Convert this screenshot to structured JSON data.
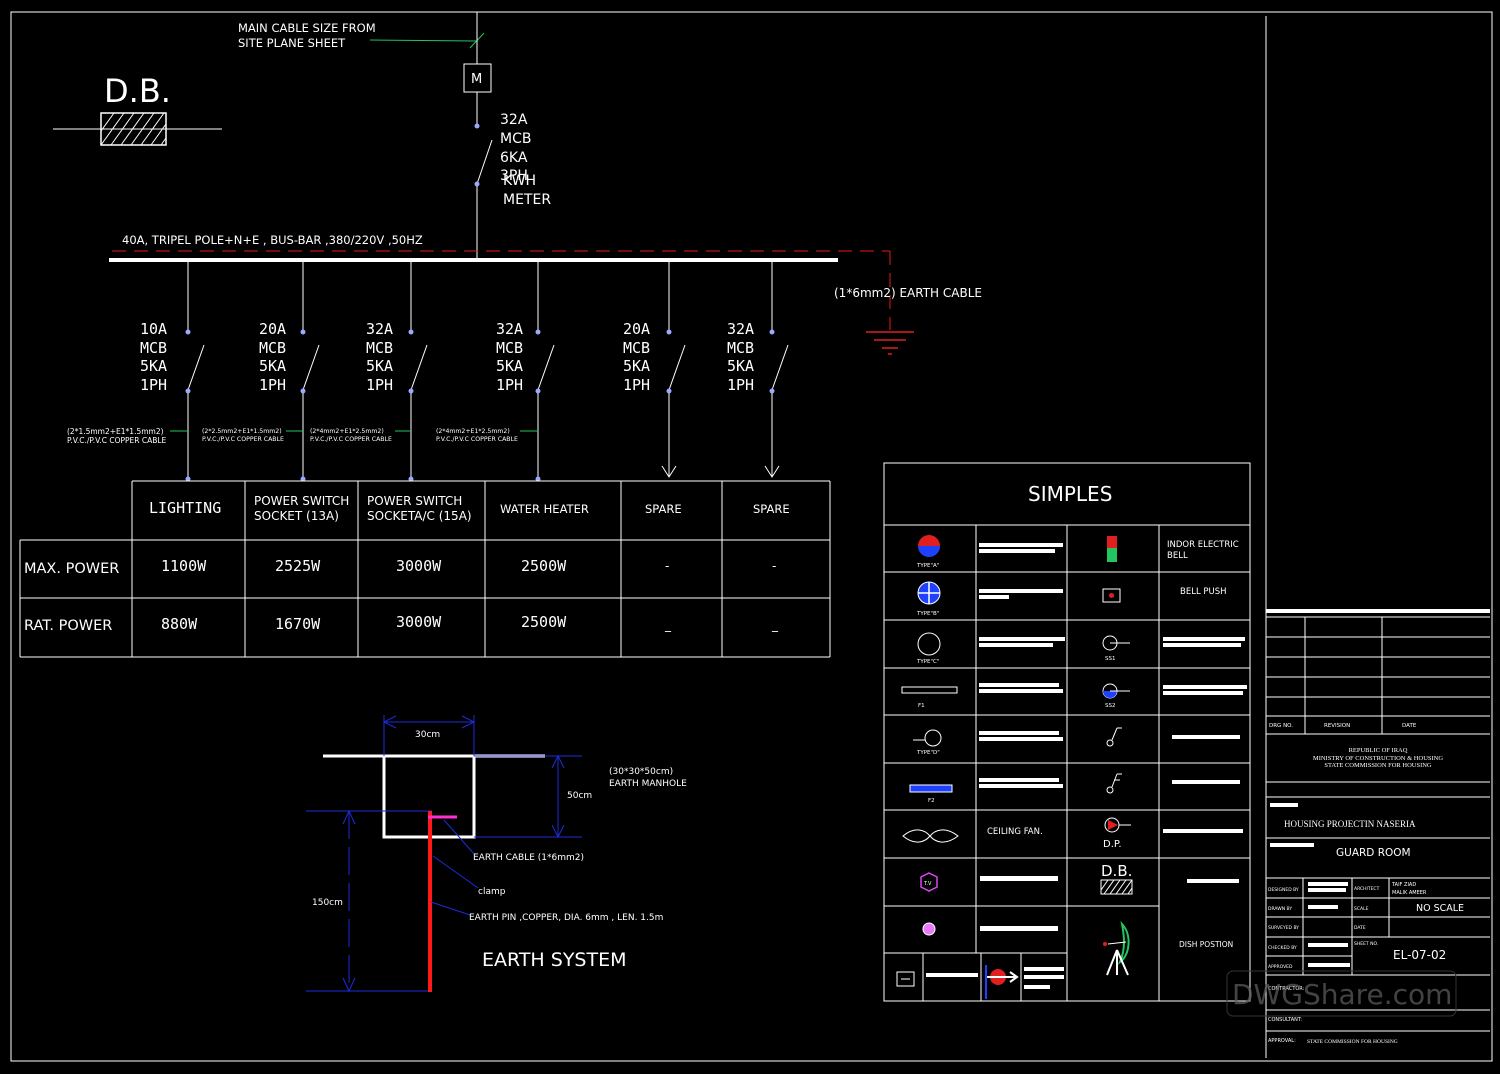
{
  "db": {
    "title": "D.B.",
    "main_cable_note": [
      "MAIN CABLE SIZE FROM",
      "SITE PLANE SHEET"
    ],
    "meter_box": "M",
    "main_breaker": [
      "32A",
      "MCB",
      "6KA",
      "3PH"
    ],
    "kwh_meter": [
      "KWH",
      "METER"
    ],
    "busbar": "40A, TRIPEL POLE+N+E , BUS-BAR ,380/220V ,50HZ",
    "earth_cable": "(1*6mm2) EARTH CABLE"
  },
  "circuits": [
    {
      "breaker": [
        "10A",
        "MCB",
        "5KA",
        "1PH"
      ],
      "cable": [
        "(2*1.5mm2+E1*1.5mm2)",
        "P.V.C./P.V.C COPPER CABLE"
      ]
    },
    {
      "breaker": [
        "20A",
        "MCB",
        "5KA",
        "1PH"
      ],
      "cable": [
        "(2*2.5mm2+E1*1.5mm2)",
        "P.V.C./P.V.C COPPER CABLE"
      ]
    },
    {
      "breaker": [
        "32A",
        "MCB",
        "5KA",
        "1PH"
      ],
      "cable": [
        "(2*4mm2+E1*2.5mm2)",
        "P.V.C./P.V.C COPPER CABLE"
      ]
    },
    {
      "breaker": [
        "32A",
        "MCB",
        "5KA",
        "1PH"
      ],
      "cable": [
        "(2*4mm2+E1*2.5mm2)",
        "P.V.C./P.V.C COPPER CABLE"
      ]
    },
    {
      "breaker": [
        "20A",
        "MCB",
        "5KA",
        "1PH"
      ],
      "cable": [
        "",
        ""
      ]
    },
    {
      "breaker": [
        "32A",
        "MCB",
        "5KA",
        "1PH"
      ],
      "cable": [
        "",
        ""
      ]
    }
  ],
  "load_table": {
    "headers": [
      [
        "LIGHTING"
      ],
      [
        "POWER SWITCH",
        "SOCKET (13A)"
      ],
      [
        "POWER SWITCH",
        "SOCKETA/C (15A)"
      ],
      [
        "WATER HEATER"
      ],
      [
        "SPARE"
      ],
      [
        "SPARE"
      ]
    ],
    "rows": [
      {
        "label": "MAX. POWER",
        "values": [
          "1100W",
          "2525W",
          "3000W",
          "2500W",
          "-",
          "-"
        ]
      },
      {
        "label": "RAT. POWER",
        "values": [
          "880W",
          "1670W",
          "3000W",
          "2500W",
          "_",
          "_"
        ]
      }
    ]
  },
  "earth_system": {
    "title": "EARTH SYSTEM",
    "width": "30cm",
    "depth": "50cm",
    "pin_length": "150cm",
    "manhole": [
      "(30*30*50cm)",
      "EARTH MANHOLE"
    ],
    "cable": "EARTH CABLE (1*6mm2)",
    "clamp": "clamp",
    "pin": "EARTH PIN ,COPPER, DIA. 6mm , LEN. 1.5m"
  },
  "legend": {
    "title": "SIMPLES",
    "type_a": "TYPE\"A\"",
    "type_b": "TYPE\"B\"",
    "type_c": "TYPE\"C\"",
    "f1": "F1",
    "type_d": "TYPE\"D\"",
    "f2": "F2",
    "ceiling_fan": "CEILING FAN.",
    "ss1": "SS1",
    "ss2": "SS2",
    "dp": "D.P.",
    "db": "D.B.",
    "tv": "T.V",
    "indoor_bell": [
      "INDOR ELECTRIC",
      "BELL"
    ],
    "bell_push": "BELL PUSH",
    "dish": "DISH POSTION"
  },
  "title_block": {
    "dwg_no": "DRG NO.",
    "revision": "REVISION",
    "date": "DATE",
    "authority": [
      "REPUBLIC OF IRAQ",
      "MINISTRY OF CONSTRUCTION & HOUSING",
      "STATE COMMISSION FOR HOUSING"
    ],
    "project": "HOUSING PROJECTIN NASERIA",
    "building": "GUARD ROOM",
    "designed_by": "DESIGNED BY",
    "architect": "ARCHITECT",
    "architect_name": [
      "TAIF ZIAD",
      "MALIK AMEER"
    ],
    "drawn_by": "DRAWN BY",
    "scale": "SCALE",
    "scale_value": "NO SCALE",
    "surveyed_by": "SURVEYED BY",
    "date2": "DATE",
    "checked_by": "CHECKED BY",
    "sheet_no": "SHEET NO.",
    "sheet_value": "EL-07-02",
    "approved": "APPROVED",
    "contractor": "CONTRACTOR:",
    "consultant": "CONSULTANT:",
    "approval": "APPROVAL:",
    "approval_value": "STATE COMMISSION FOR HOUSING"
  },
  "watermark": "DWGShare.com"
}
